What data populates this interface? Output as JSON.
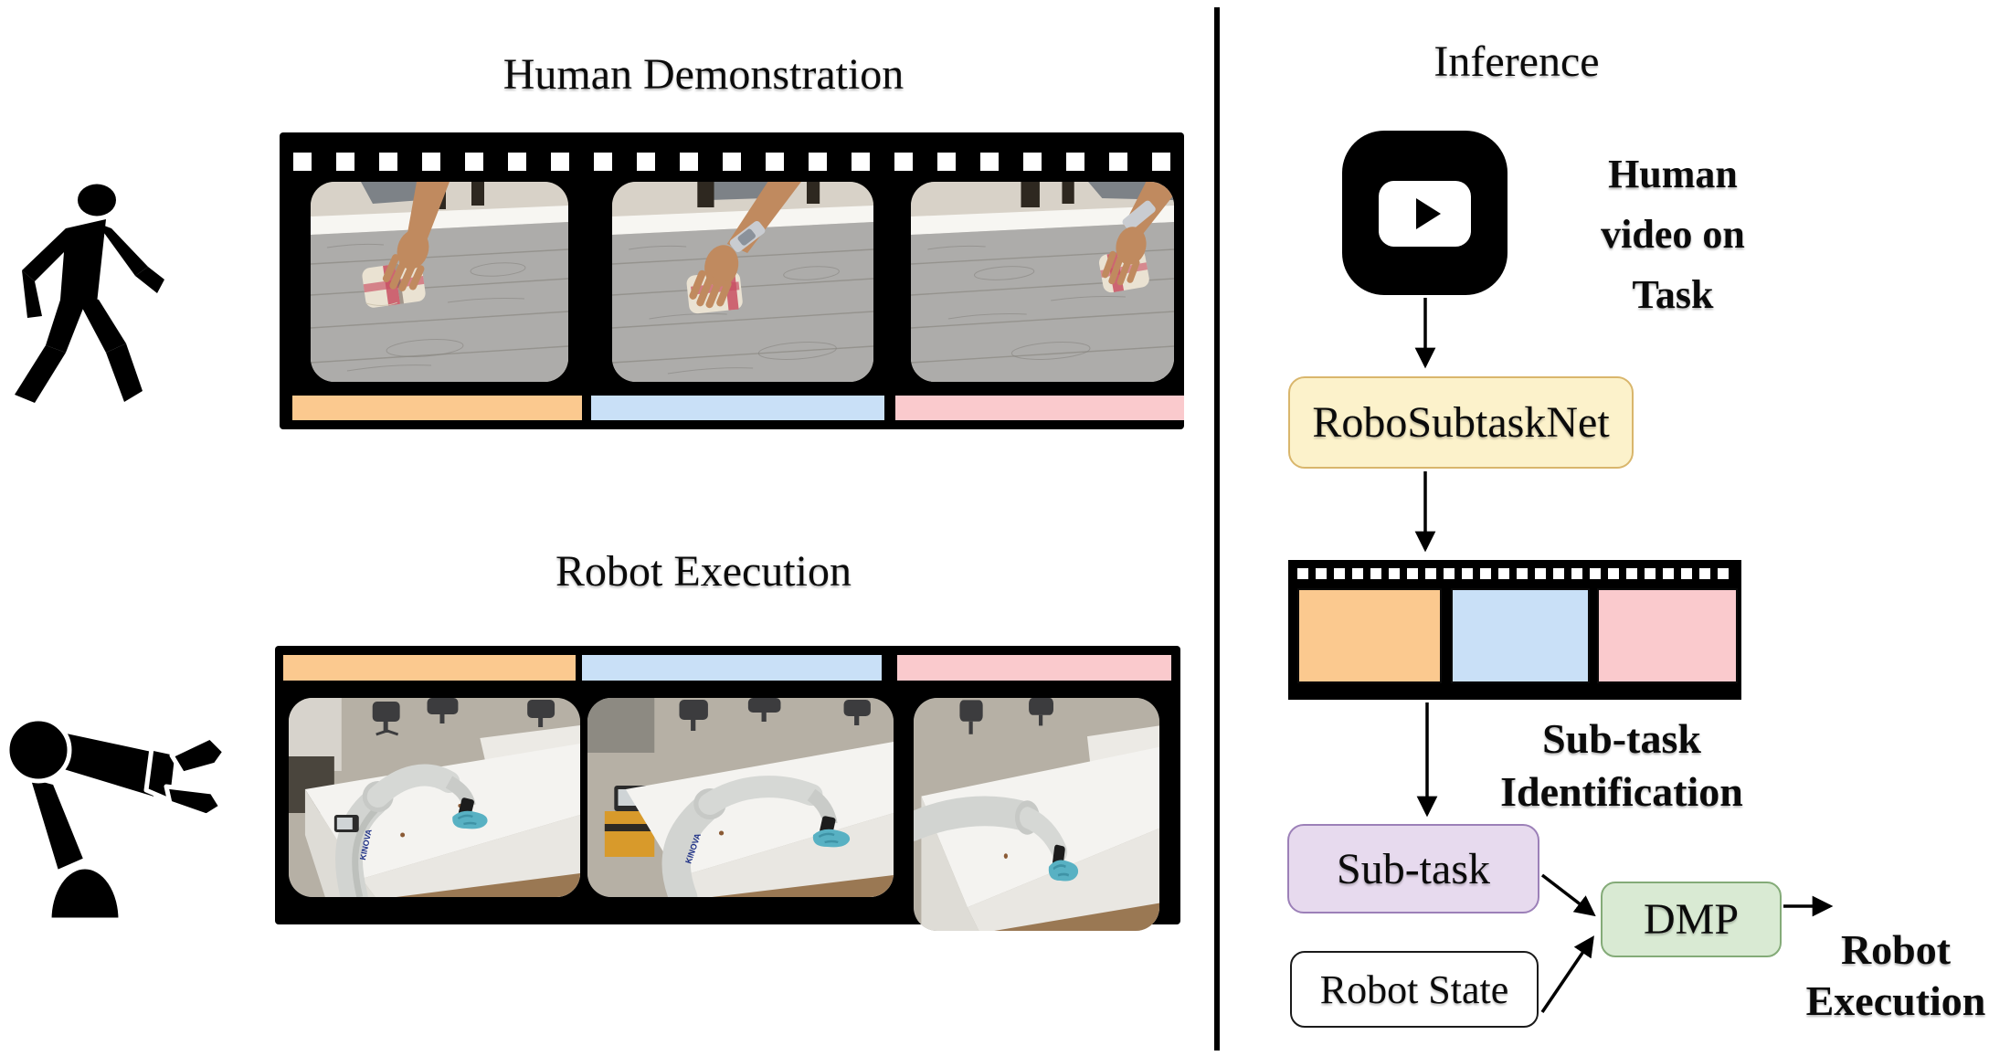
{
  "colors": {
    "seg-orange": "#FBC98F",
    "seg-blue": "#C9E0F7",
    "seg-pink": "#FACACD",
    "robosubtasknet-fill": "#FCF2CB",
    "robosubtasknet-border": "#D9B66C",
    "subtask-fill": "#E7DAEE",
    "subtask-border": "#9C80B8",
    "robotstate-fill": "#FFFFFF",
    "robotstate-border": "#1A1A1A",
    "dmp-fill": "#D9EAD3",
    "dmp-border": "#84AB78"
  },
  "icons": {
    "human": "walking-person-icon",
    "robot": "robot-arm-icon",
    "video": "video-play-icon"
  },
  "left": {
    "human_title": "Human Demonstration",
    "robot_title": "Robot Execution",
    "robot_brand": "KINOVA"
  },
  "right": {
    "title": "Inference",
    "video_label_lines": [
      "Human",
      "video on",
      "Task"
    ],
    "robosubtasknet_label": "RoboSubtaskNet",
    "subtask_id_lines": [
      "Sub-task",
      "Identification"
    ],
    "subtask_label": "Sub-task",
    "robot_state_label": "Robot State",
    "dmp_label": "DMP",
    "robot_execution_lines": [
      "Robot",
      "Execution"
    ]
  }
}
